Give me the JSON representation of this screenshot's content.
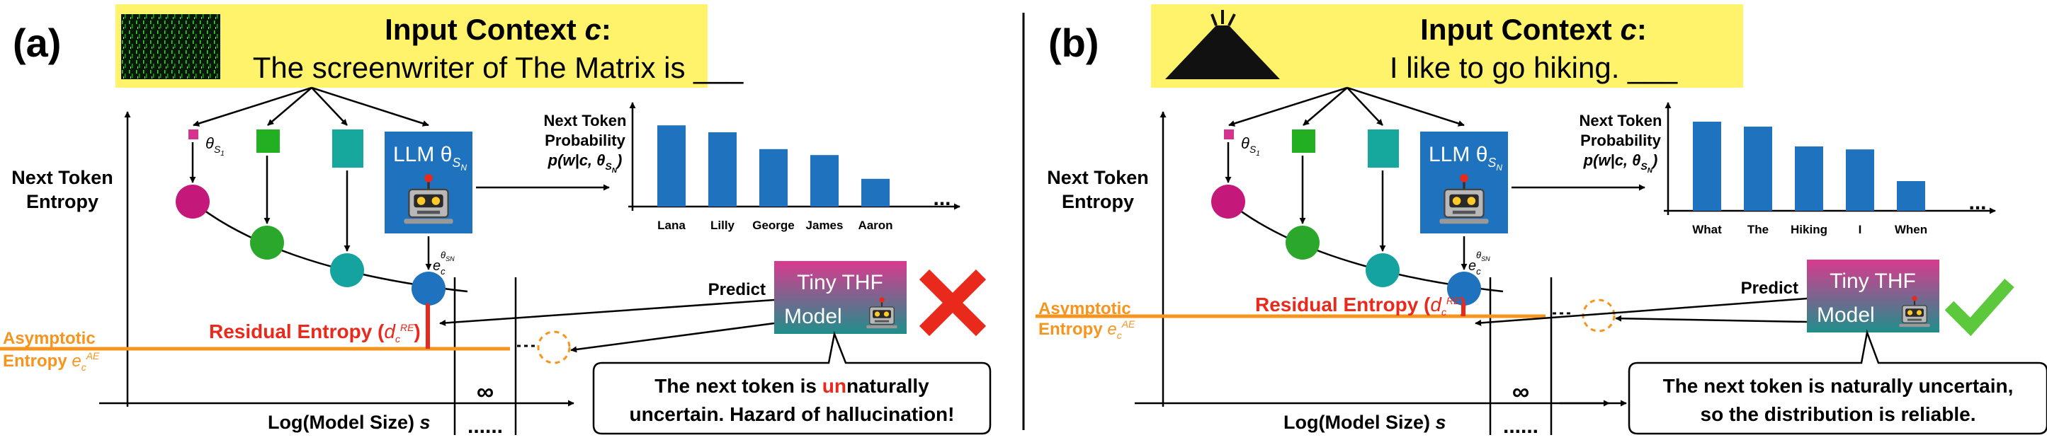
{
  "panels": [
    {
      "label": "(a)",
      "context": {
        "title": "Input Context ",
        "var": "c",
        "colon": ":",
        "sentence": "The screenwriter of The Matrix is ___"
      },
      "bar_axis": {
        "label_l1": "Next Token",
        "label_l2": "Probability",
        "label_l3": "p(w|c, θ",
        "label_l3_sub": "S",
        "label_l3_subsub": "N",
        "label_l3_end": ")"
      },
      "bars": {
        "categories": [
          "Lana",
          "Lilly",
          "George",
          "James",
          "Aaron"
        ],
        "values": [
          0.82,
          0.75,
          0.58,
          0.52,
          0.28
        ],
        "ellipsis": "..."
      },
      "entropy_axis": {
        "label_l1": "Next Token",
        "label_l2": "Entropy"
      },
      "x_axis": {
        "label": "Log(Model Size) ",
        "var": "s",
        "dots": "......",
        "infinity": "∞"
      },
      "model_labels": {
        "small": "θ",
        "small_sub": "S",
        "small_subsub": "1",
        "llm": "LLM θ",
        "llm_sub": "S",
        "llm_subsub": "N",
        "entropy_point": "e",
        "entropy_point_sub": "c",
        "entropy_point_sup": "θ",
        "entropy_point_sup_sub": "SN"
      },
      "residual": {
        "label": "Residual Entropy (",
        "symbol": "d",
        "sub": "c",
        "sup": "RE",
        "close": ")"
      },
      "asymptotic": {
        "l1": "Asymptotic",
        "l2": "Entropy ",
        "symbol": "e",
        "sub": "c",
        "sup": "AE"
      },
      "predict": "Predict",
      "tiny_model": {
        "l1": "Tiny THF",
        "l2": "Model"
      },
      "verdict": "cross",
      "conclusion": {
        "l1_pre": "The next token is ",
        "l1_highlight": "un",
        "l1_post": "naturally",
        "l2": "uncertain. Hazard of hallucination!"
      }
    },
    {
      "label": "(b)",
      "context": {
        "title": "Input Context ",
        "var": "c",
        "colon": ":",
        "sentence": "I like to go hiking. ___"
      },
      "bar_axis": {
        "label_l1": "Next Token",
        "label_l2": "Probability",
        "label_l3": "p(w|c, θ",
        "label_l3_sub": "S",
        "label_l3_subsub": "N",
        "label_l3_end": ")"
      },
      "bars": {
        "categories": [
          "What",
          "The",
          "Hiking",
          "I",
          "When"
        ],
        "values": [
          0.9,
          0.85,
          0.65,
          0.62,
          0.3
        ],
        "ellipsis": "..."
      },
      "entropy_axis": {
        "label_l1": "Next Token",
        "label_l2": "Entropy"
      },
      "x_axis": {
        "label": "Log(Model Size) ",
        "var": "s",
        "dots": "......",
        "infinity": "∞"
      },
      "model_labels": {
        "small": "θ",
        "small_sub": "S",
        "small_subsub": "1",
        "llm": "LLM θ",
        "llm_sub": "S",
        "llm_subsub": "N",
        "entropy_point": "e",
        "entropy_point_sub": "c",
        "entropy_point_sup": "θ",
        "entropy_point_sup_sub": "SN"
      },
      "residual": {
        "label": "Residual Entropy (",
        "symbol": "d",
        "sub": "c",
        "sup": "RE",
        "close": ")"
      },
      "asymptotic": {
        "l1": "Asymptotic",
        "l2": "Entropy ",
        "symbol": "e",
        "sub": "c",
        "sup": "AE"
      },
      "predict": "Predict",
      "tiny_model": {
        "l1": "Tiny THF",
        "l2": "Model"
      },
      "verdict": "check",
      "conclusion": {
        "l1_pre": "The next token is naturally uncertain,",
        "l1_highlight": "",
        "l1_post": "",
        "l2": "so the distribution is reliable."
      }
    }
  ],
  "colors": {
    "context_bg": "#FFF36B",
    "bar": "#1F72BD",
    "llm_box": "#1F72BD",
    "asymptotic": "#F7941D",
    "residual": "#E8291C",
    "circle_magenta": "#C4187A",
    "circle_green": "#2BA82B",
    "circle_teal": "#15A3A0",
    "circle_blue": "#1F72BD",
    "square_magenta": "#D6338F",
    "square_green": "#22B022",
    "square_teal": "#17A89D",
    "tiny_grad_top": "#D93A8F",
    "tiny_grad_bottom": "#1F8F8C",
    "cross": "#E8291C",
    "check": "#5CC83C"
  }
}
